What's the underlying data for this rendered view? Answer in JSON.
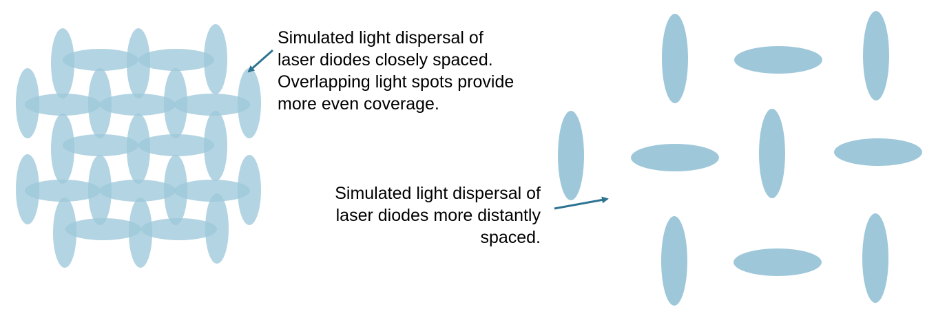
{
  "colors": {
    "spot_fill": "#9ec8da",
    "spot_dense_fill": "#86b8ce",
    "arrow": "#2e7491",
    "text": "#000000"
  },
  "captions": {
    "closely_spaced": {
      "lines": [
        "Simulated light dispersal of",
        "laser diodes closely spaced.",
        "Overlapping light spots provide",
        "more even coverage."
      ]
    },
    "distantly_spaced": {
      "lines": [
        "Simulated light dispersal of",
        "laser diodes more distantly",
        "spaced."
      ]
    }
  }
}
